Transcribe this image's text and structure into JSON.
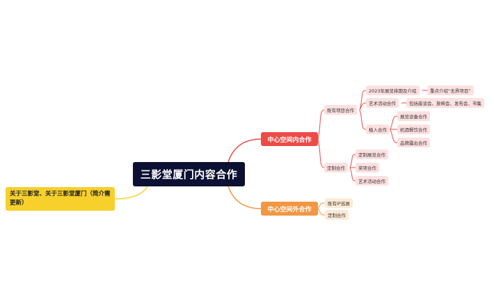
{
  "root": {
    "title": "三影堂厦门内容合作"
  },
  "side_note": {
    "text": "关于三影堂、关于三影堂厦门（简介需更新）"
  },
  "branches": {
    "inner": {
      "label": "中心空间内合作",
      "color": "#ee4b47",
      "existing": {
        "label": "既有项目合作",
        "exhibition": {
          "label": "2023年展览排期及介绍",
          "child": "重点介绍“无界项目”"
        },
        "art_activity": {
          "label": "艺术活动合作",
          "child": "包括座谈会、放映会、发布会、市集"
        },
        "placement": {
          "label": "植入合作",
          "children": [
            "展览设备合作",
            "机酒餐饮合作",
            "品牌露出合作"
          ]
        }
      },
      "custom": {
        "label": "定制合作",
        "children": [
          "定制展览合作",
          "奖项合作",
          "艺术活动合作"
        ]
      }
    },
    "outer": {
      "label": "中心空间外合作",
      "color": "#f39743",
      "children": [
        "既有IP巡展",
        "定制合作"
      ]
    }
  }
}
